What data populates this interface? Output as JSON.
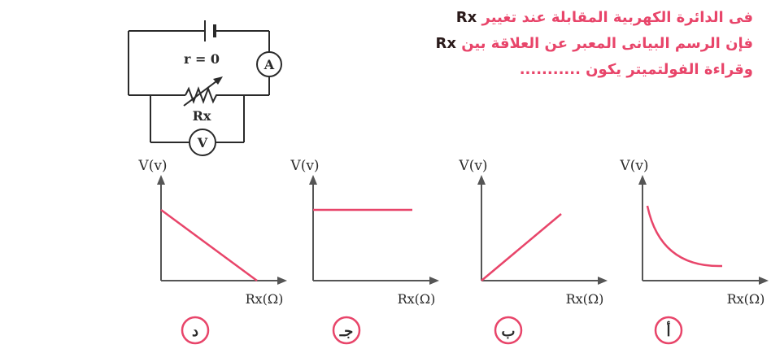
{
  "question": {
    "line1_text": "فى الدائرة الكهربية المقابلة عند تغيير ",
    "line1_var": "Rx",
    "line2_text": "فإن الرسم البيانى المعبر عن العلاقة بين ",
    "line2_var": "Rx",
    "line3_text": "وقراءة الفولتميتر يكون ..........."
  },
  "circuit": {
    "internal_resistance_label": "r = 0",
    "ammeter_label": "A",
    "voltmeter_label": "V",
    "rheostat_label": "Rx"
  },
  "colors": {
    "accent": "#e8456a",
    "ink": "#2a2a2a"
  },
  "graphs": [
    {
      "option_label": "د",
      "ylabel": "V(v)",
      "xlabel": "Rx(Ω)",
      "shape": "decreasing-line"
    },
    {
      "option_label": "جـ",
      "ylabel": "V(v)",
      "xlabel": "Rx(Ω)",
      "shape": "constant"
    },
    {
      "option_label": "ب",
      "ylabel": "V(v)",
      "xlabel": "Rx(Ω)",
      "shape": "increasing-line"
    },
    {
      "option_label": "أ",
      "ylabel": "V(v)",
      "xlabel": "Rx(Ω)",
      "shape": "inverse-curve"
    }
  ]
}
